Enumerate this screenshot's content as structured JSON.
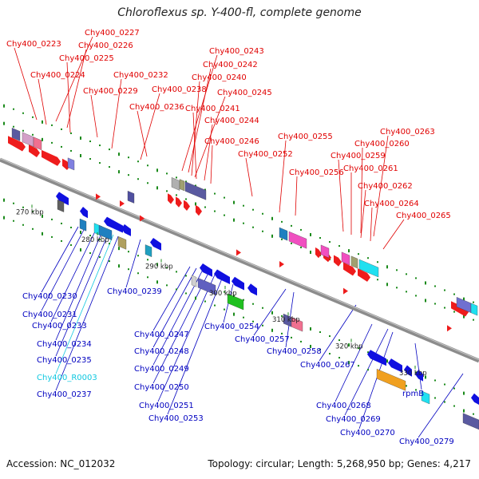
{
  "title": "Chloroflexus sp. Y-400-fl, complete genome",
  "footer": {
    "accession": "Accession: NC_012032",
    "summary": "Topology: circular; Length: 5,268,950 bp; Genes: 4,217"
  },
  "colors": {
    "forward_label": "#e00000",
    "reverse_label": "#0000c0",
    "rna_label": "#10c8e0",
    "backbone": "#8c8c8c",
    "tick_dot": "#1a8a1a"
  },
  "ticks": [
    "270 kbp",
    "280 kbp",
    "290 kbp",
    "300 kbp",
    "310 kbp",
    "320 kbp",
    "330 kbp"
  ],
  "forward_labels": [
    "Chy400_0223",
    "Chy400_0227",
    "Chy400_0226",
    "Chy400_0225",
    "Chy400_0224",
    "Chy400_0232",
    "Chy400_0229",
    "Chy400_0238",
    "Chy400_0236",
    "Chy400_0243",
    "Chy400_0242",
    "Chy400_0240",
    "Chy400_0245",
    "Chy400_0241",
    "Chy400_0244",
    "Chy400_0246",
    "Chy400_0252",
    "Chy400_0255",
    "Chy400_0256",
    "Chy400_0263",
    "Chy400_0260",
    "Chy400_0259",
    "Chy400_0261",
    "Chy400_0262",
    "Chy400_0264",
    "Chy400_0265"
  ],
  "reverse_labels": [
    "Chy400_0230",
    "Chy400_0231",
    "Chy400_0233",
    "Chy400_0234",
    "Chy400_0235",
    "Chy400_R0003",
    "Chy400_0237",
    "Chy400_0239",
    "Chy400_0247",
    "Chy400_0248",
    "Chy400_0249",
    "Chy400_0250",
    "Chy400_0251",
    "Chy400_0253",
    "Chy400_0254",
    "Chy400_0257",
    "Chy400_0258",
    "Chy400_0267",
    "Chy400_0268",
    "Chy400_0269",
    "Chy400_0270",
    "rpmB",
    "Chy400_0279"
  ]
}
